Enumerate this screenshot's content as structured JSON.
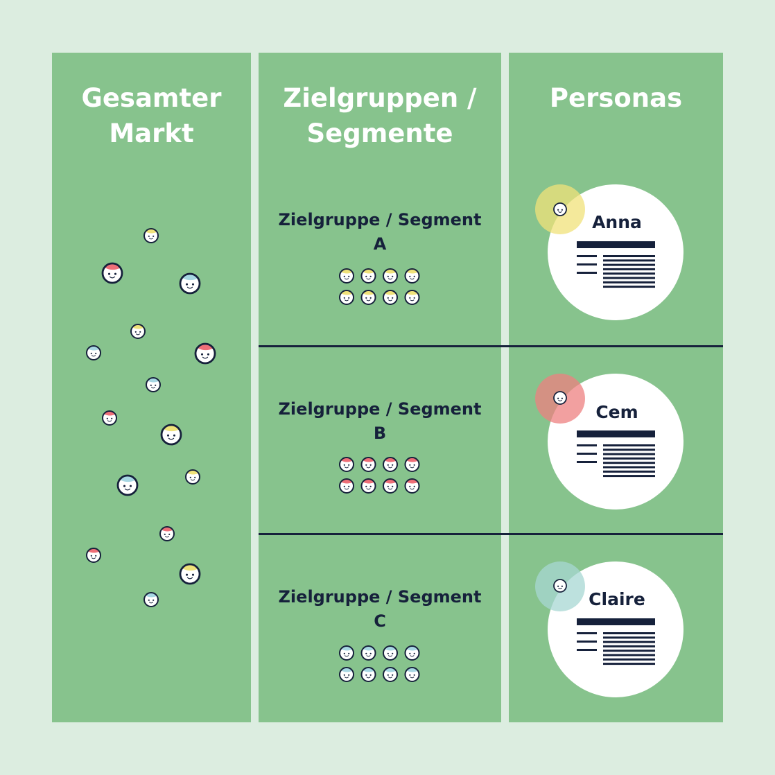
{
  "columns": {
    "market": {
      "title_line1": "Gesamter",
      "title_line2": "Markt"
    },
    "segments": {
      "title_line1": "Zielgruppen /",
      "title_line2": "Segmente"
    },
    "personas": {
      "title": "Personas"
    }
  },
  "segments": [
    {
      "line1": "Zielgruppe / Segment",
      "line2": "A"
    },
    {
      "line1": "Zielgruppe / Segment",
      "line2": "B"
    },
    {
      "line1": "Zielgruppe / Segment",
      "line2": "C"
    }
  ],
  "personas": [
    {
      "name": "Anna",
      "accent": "#f0e27a"
    },
    {
      "name": "Cem",
      "accent": "#ee8080"
    },
    {
      "name": "Claire",
      "accent": "#a7d7d3"
    }
  ],
  "colors": {
    "background": "#dcede0",
    "column": "#87c38d",
    "ink": "#16213b",
    "hair_yellow": "#f0e27a",
    "hair_red": "#ee6f78",
    "hair_blue": "#a7d7e3"
  }
}
